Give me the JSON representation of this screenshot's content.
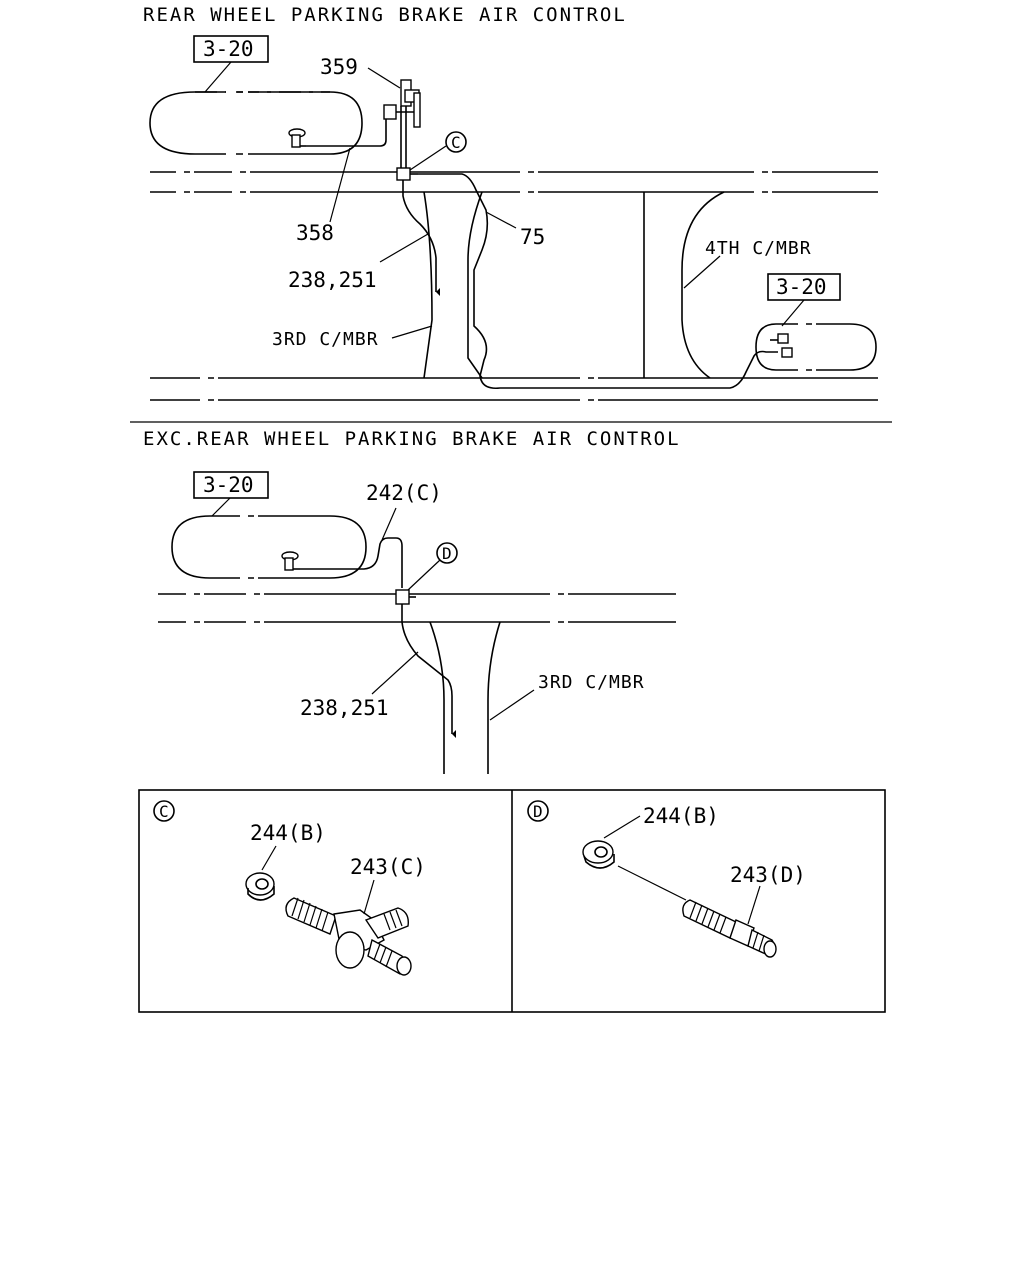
{
  "sections": {
    "rear": {
      "title": "REAR WHEEL PARKING BRAKE AIR CONTROL"
    },
    "exc": {
      "title": "EXC.REAR WHEEL PARKING BRAKE AIR CONTROL"
    }
  },
  "rear_labels": {
    "ref_1": "3-20",
    "ref_2": "3-20",
    "part_359": "359",
    "part_358": "358",
    "part_75": "75",
    "part_238_251": "238,251",
    "third_cmbr": "3RD C/MBR",
    "fourth_cmbr": "4TH C/MBR",
    "callout_c": "C"
  },
  "exc_labels": {
    "ref_1": "3-20",
    "part_242c": "242(C)",
    "part_238_251": "238,251",
    "third_cmbr": "3RD C/MBR",
    "callout_d": "D"
  },
  "details": {
    "c": {
      "letter": "C",
      "nut": "244(B)",
      "fitting": "243(C)"
    },
    "d": {
      "letter": "D",
      "nut": "244(B)",
      "fitting": "243(D)"
    }
  }
}
